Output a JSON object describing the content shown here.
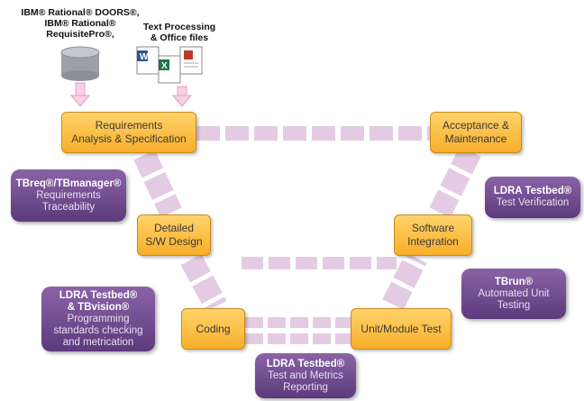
{
  "sources": {
    "rational": [
      "IBM® Rational® DOORS®,",
      "IBM® Rational®",
      "RequisitePro®,"
    ],
    "office": [
      "Text Processing",
      "& Office files"
    ]
  },
  "stages": {
    "requirements": [
      "Requirements",
      "Analysis & Specification"
    ],
    "acceptance": [
      "Acceptance &",
      "Maintenance"
    ],
    "detailed_design": [
      "Detailed",
      "S/W Design"
    ],
    "software_integration": [
      "Software",
      "Integration"
    ],
    "coding": [
      "Coding"
    ],
    "unit_test": [
      "Unit/Module Test"
    ]
  },
  "tools": {
    "tbreq": {
      "title": "TBreq®/TBmanager®",
      "desc": [
        "Requirements",
        "Traceability"
      ]
    },
    "testbed_verification": {
      "title": "LDRA Testbed®",
      "desc": [
        "Test Verification"
      ]
    },
    "tbrun": {
      "title": "TBrun®",
      "desc": [
        "Automated Unit",
        "Testing"
      ]
    },
    "testbed_tbvision": {
      "title": [
        "LDRA Testbed®",
        "& TBvision®"
      ],
      "desc": [
        "Programming",
        "standards checking",
        "and metrication"
      ]
    },
    "testbed_reporting": {
      "title": "LDRA Testbed®",
      "desc": [
        "Test and Metrics",
        "Reporting"
      ]
    }
  },
  "colors": {
    "stage_fill": "#f8ae2a",
    "stage_border": "#c98a1a",
    "tool_fill": "#6b4790",
    "flow_arrow": "#dcc0dc",
    "source_arrow": "#f2c8e0"
  }
}
